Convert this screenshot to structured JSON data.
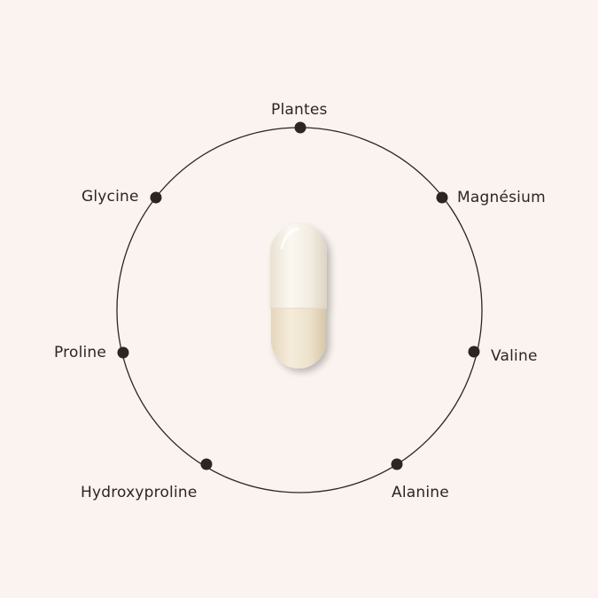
{
  "diagram": {
    "colors": {
      "background": "#faf3ef",
      "ring": "#2b2524",
      "dot": "#2b2524",
      "text": "#2b2524",
      "capsule": "#f2ece0"
    },
    "center_image": {
      "icon": "capsule-icon"
    },
    "ingredients": [
      {
        "id": "plantes",
        "label": "Plantes"
      },
      {
        "id": "magnesium",
        "label": "Magnésium"
      },
      {
        "id": "valine",
        "label": "Valine"
      },
      {
        "id": "alanine",
        "label": "Alanine"
      },
      {
        "id": "hydroxyproline",
        "label": "Hydroxyproline"
      },
      {
        "id": "proline",
        "label": "Proline"
      },
      {
        "id": "glycine",
        "label": "Glycine"
      }
    ]
  }
}
